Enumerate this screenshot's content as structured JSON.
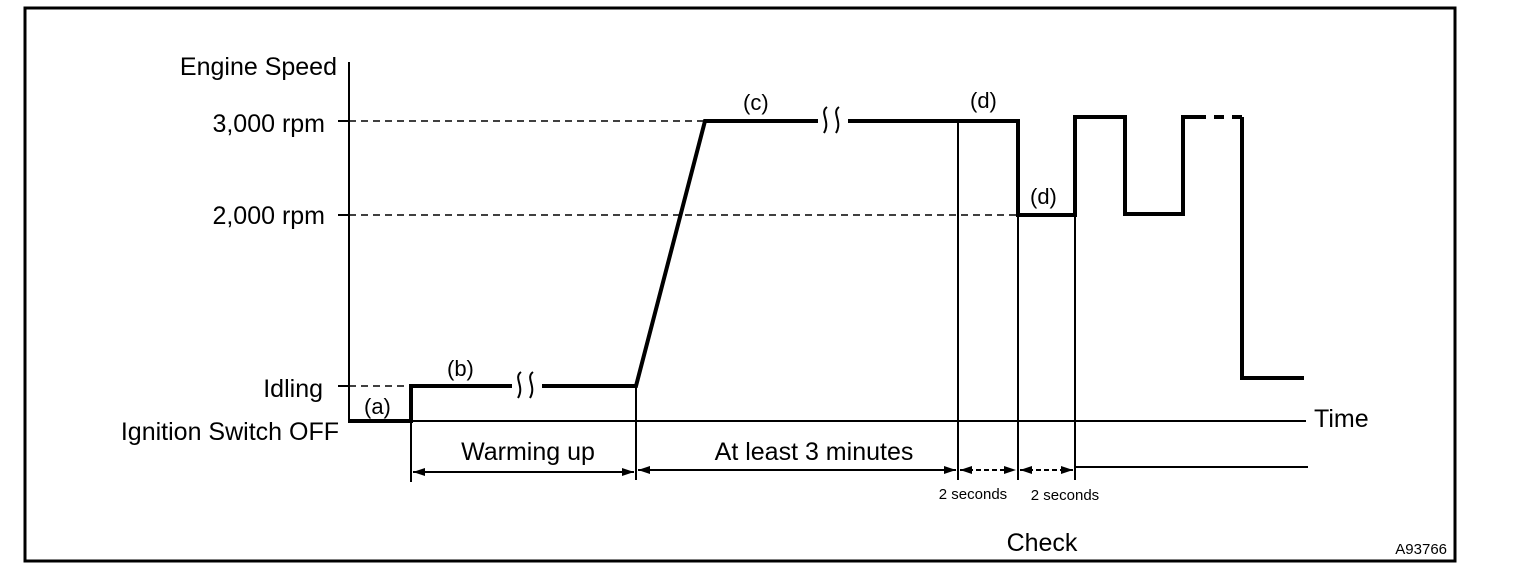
{
  "y_axis_title": "Engine Speed",
  "levels": {
    "rpm_3000": "3,000 rpm",
    "rpm_2000": "2,000 rpm",
    "idling": "Idling",
    "ignition_off": "Ignition Switch OFF"
  },
  "x_axis_title": "Time",
  "stage_tags": {
    "a": "(a)",
    "b": "(b)",
    "c": "(c)",
    "d1": "(d)",
    "d2": "(d)"
  },
  "intervals": {
    "warming_up": "Warming up",
    "at_least_3_minutes": "At least 3 minutes",
    "two_seconds_1": "2 seconds",
    "two_seconds_2": "2 seconds"
  },
  "check_label": "Check",
  "figure_code": "A93766"
}
